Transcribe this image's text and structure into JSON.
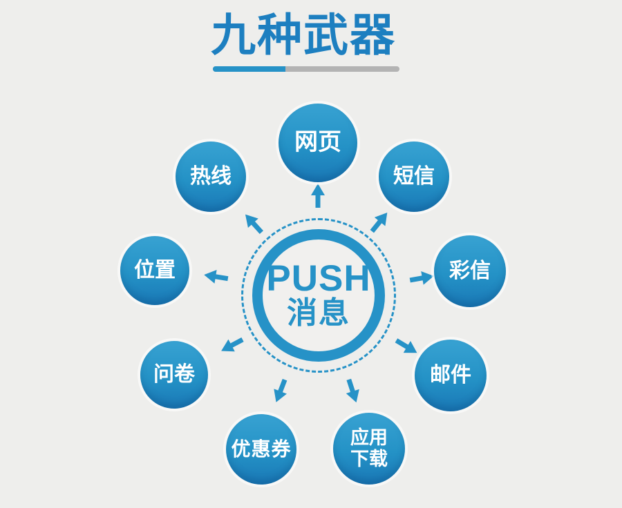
{
  "title": {
    "text": "九种武器"
  },
  "hub": {
    "line1": "PUSH",
    "line2": "消息"
  },
  "nodes": [
    {
      "id": "webpage",
      "lines": [
        "网页"
      ]
    },
    {
      "id": "hotline",
      "lines": [
        "热线"
      ]
    },
    {
      "id": "sms",
      "lines": [
        "短信"
      ]
    },
    {
      "id": "location",
      "lines": [
        "位置"
      ]
    },
    {
      "id": "mms",
      "lines": [
        "彩信"
      ]
    },
    {
      "id": "survey",
      "lines": [
        "问卷"
      ]
    },
    {
      "id": "email",
      "lines": [
        "邮件"
      ]
    },
    {
      "id": "coupon",
      "lines": [
        "优惠券"
      ]
    },
    {
      "id": "app-download",
      "lines": [
        "应用",
        "下载"
      ]
    }
  ],
  "colors": {
    "bg": "#eeeeec",
    "accent": "#2692c7",
    "title": "#1d7fc0",
    "underline-gray": "#b3b3b3",
    "circle-light": "#38a2d2",
    "circle-main": "#2492c6",
    "circle-dark": "#1a78b6",
    "hub-inner": "#f1f0ee"
  }
}
